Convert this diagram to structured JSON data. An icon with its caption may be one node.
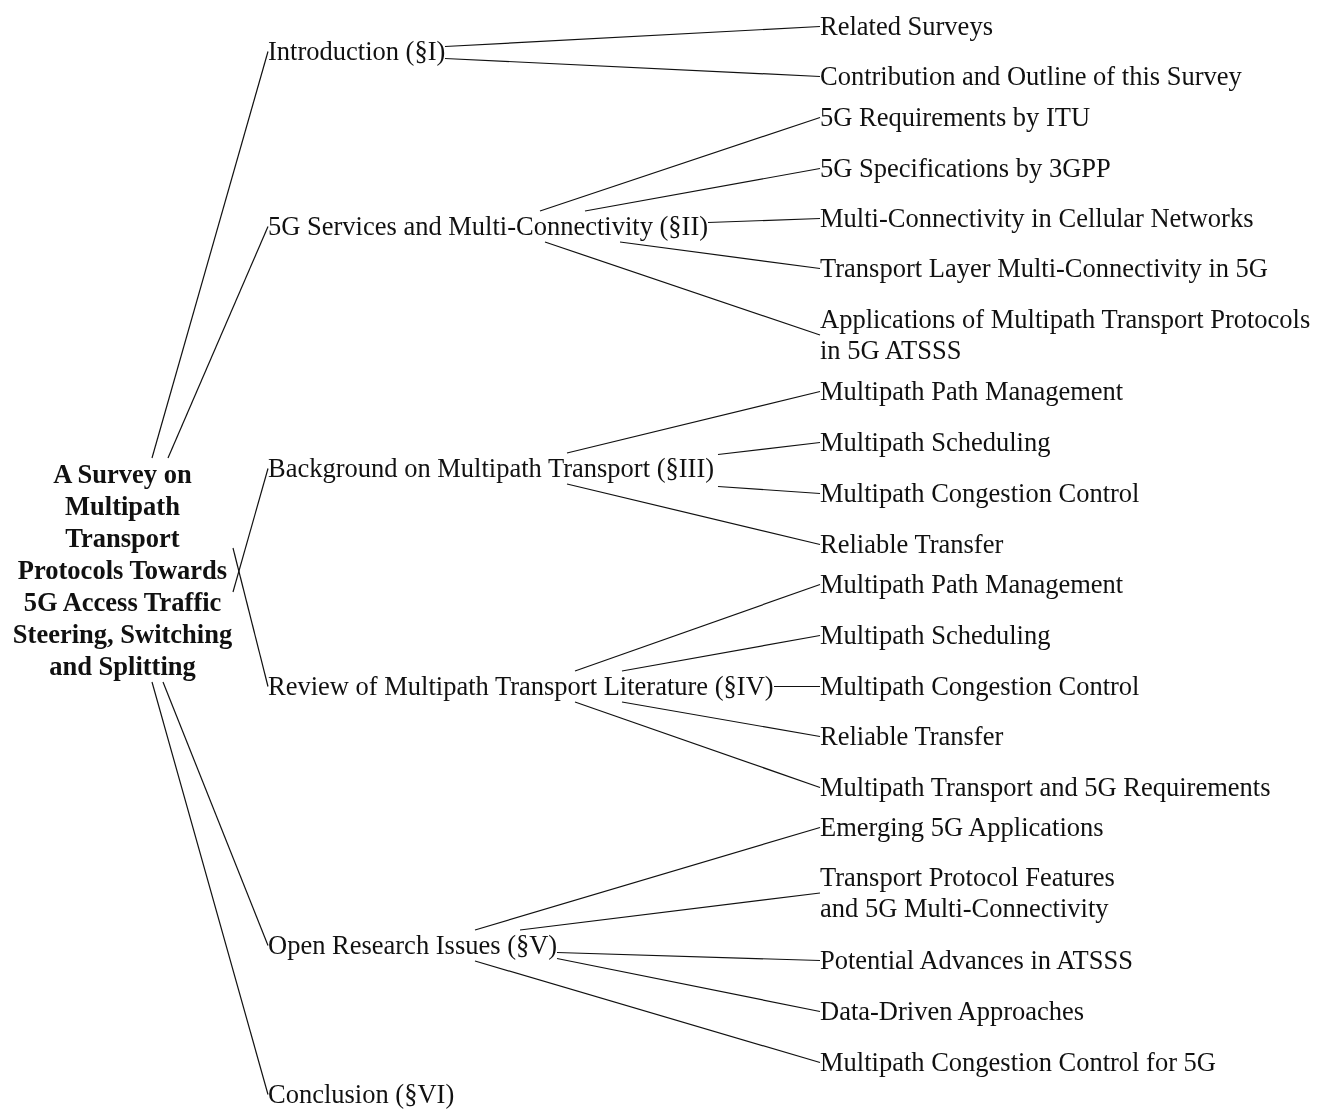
{
  "diagram": {
    "nodes": [
      {
        "text": [
          "A Survey on Multipath Transport Protocols Towards 5G Access Traffic Steering, Switching and Splitting"
        ]
      },
      {
        "text": [
          "Introduction (§I)"
        ]
      },
      {
        "text": [
          "Related Surveys"
        ]
      },
      {
        "text": [
          "Contribution and Outline of this Survey"
        ]
      },
      {
        "text": [
          "5G Services and Multi-Connectivity (§II)"
        ]
      },
      {
        "text": [
          "5G Requirements by ITU"
        ]
      },
      {
        "text": [
          "5G Specifications by 3GPP"
        ]
      },
      {
        "text": [
          "Multi-Connectivity in Cellular Networks"
        ]
      },
      {
        "text": [
          "Transport Layer Multi-Connectivity in 5G"
        ]
      },
      {
        "text": [
          "Applications of Multipath Transport Protocols in 5G ATSSS"
        ]
      },
      {
        "text": [
          "Background on Multipath Transport (§III)"
        ]
      },
      {
        "text": [
          "Multipath Path Management"
        ]
      },
      {
        "text": [
          "Multipath Scheduling"
        ]
      },
      {
        "text": [
          "Multipath Congestion Control"
        ]
      },
      {
        "text": [
          "Reliable Transfer"
        ]
      },
      {
        "text": [
          "Review of Multipath Transport Literature (§IV)"
        ]
      },
      {
        "text": [
          "Multipath Path Management"
        ]
      },
      {
        "text": [
          "Multipath Scheduling"
        ]
      },
      {
        "text": [
          "Multipath Congestion Control"
        ]
      },
      {
        "text": [
          "Reliable Transfer"
        ]
      },
      {
        "text": [
          "Multipath Transport and 5G Requirements"
        ]
      },
      {
        "text": [
          "Open Research Issues (§V)"
        ]
      },
      {
        "text": [
          "Emerging 5G Applications"
        ]
      },
      {
        "text": [
          "Transport Protocol Features and 5G Multi-Connectivity"
        ]
      },
      {
        "text": [
          "Potential Advances in ATSSS"
        ]
      },
      {
        "text": [
          "Data-Driven Approaches"
        ]
      },
      {
        "text": [
          "Multipath Congestion Control for 5G"
        ]
      },
      {
        "text": [
          "Conclusion (§VI)"
        ]
      }
    ],
    "edges": [
      {
        "from": 0,
        "to": 1,
        "arrow": "none"
      },
      {
        "from": 0,
        "to": 4,
        "arrow": "none"
      },
      {
        "from": 0,
        "to": 10,
        "arrow": "none"
      },
      {
        "from": 0,
        "to": 15,
        "arrow": "none"
      },
      {
        "from": 0,
        "to": 21,
        "arrow": "none"
      },
      {
        "from": 0,
        "to": 27,
        "arrow": "none"
      },
      {
        "from": 1,
        "to": 2,
        "arrow": "none"
      },
      {
        "from": 1,
        "to": 3,
        "arrow": "none"
      },
      {
        "from": 4,
        "to": 5,
        "arrow": "none"
      },
      {
        "from": 4,
        "to": 6,
        "arrow": "none"
      },
      {
        "from": 4,
        "to": 7,
        "arrow": "none"
      },
      {
        "from": 4,
        "to": 8,
        "arrow": "none"
      },
      {
        "from": 4,
        "to": 9,
        "arrow": "none"
      },
      {
        "from": 10,
        "to": 11,
        "arrow": "none"
      },
      {
        "from": 10,
        "to": 12,
        "arrow": "none"
      },
      {
        "from": 10,
        "to": 13,
        "arrow": "none"
      },
      {
        "from": 10,
        "to": 14,
        "arrow": "none"
      },
      {
        "from": 15,
        "to": 16,
        "arrow": "none"
      },
      {
        "from": 15,
        "to": 17,
        "arrow": "none"
      },
      {
        "from": 15,
        "to": 18,
        "arrow": "none"
      },
      {
        "from": 15,
        "to": 19,
        "arrow": "none"
      },
      {
        "from": 15,
        "to": 20,
        "arrow": "none"
      },
      {
        "from": 21,
        "to": 22,
        "arrow": "none"
      },
      {
        "from": 21,
        "to": 23,
        "arrow": "none"
      },
      {
        "from": 21,
        "to": 24,
        "arrow": "none"
      },
      {
        "from": 21,
        "to": 25,
        "arrow": "none"
      },
      {
        "from": 21,
        "to": 26,
        "arrow": "none"
      }
    ]
  }
}
